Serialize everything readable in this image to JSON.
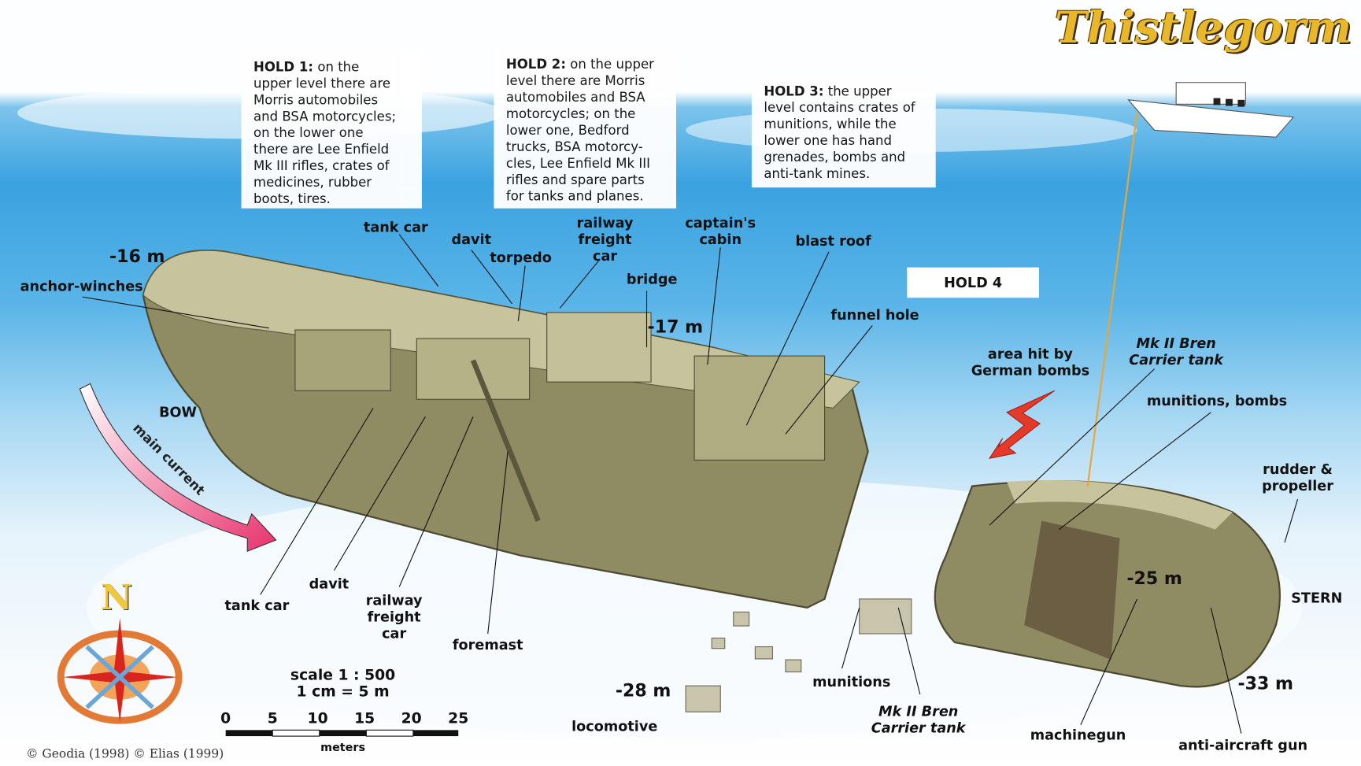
{
  "title": "Thistlegorm",
  "holds": {
    "hold1": {
      "head": "HOLD 1:",
      "lines": [
        "on the",
        "upper level there are",
        "Morris automobiles",
        "and BSA motorcycles;",
        "on the lower one",
        "there are Lee Enfield",
        "Mk III rifles, crates of",
        "medicines, rubber",
        "boots, tires."
      ]
    },
    "hold2": {
      "head": "HOLD 2:",
      "lines": [
        "on the upper",
        "level there are Morris",
        "automobiles and BSA",
        "motorcycles; on the",
        "lower one, Bedford",
        "trucks, BSA motorcy-",
        "cles, Lee Enfield Mk III",
        "rifles and spare parts",
        "for tanks and planes."
      ]
    },
    "hold3": {
      "head": "HOLD 3:",
      "lines": [
        "the upper",
        "level contains crates of",
        "munitions, while the",
        "lower one has hand",
        "grenades, bombs and",
        "anti-tank mines."
      ]
    },
    "hold4": "HOLD 4"
  },
  "labels": {
    "anchor_winches": "anchor-winches",
    "tank_car_top": "tank car",
    "davit_top": "davit",
    "torpedo": "torpedo",
    "railway_top": [
      "railway",
      "freight",
      "car"
    ],
    "captains_cabin": [
      "captain's",
      "cabin"
    ],
    "bridge": "bridge",
    "blast_roof": "blast roof",
    "funnel_hole": "funnel hole",
    "area_hit": [
      "area hit by",
      "German bombs"
    ],
    "bren_top": [
      "Mk II Bren",
      "Carrier tank"
    ],
    "munitions_bombs": "munitions, bombs",
    "rudder": [
      "rudder &",
      "propeller"
    ],
    "stern": "STERN",
    "bow": "BOW",
    "main_current": "main current",
    "anti_aircraft": "anti-aircraft gun",
    "machinegun": "machinegun",
    "bren_bottom": [
      "Mk II Bren",
      "Carrier tank"
    ],
    "munitions": "munitions",
    "locomotive": "locomotive",
    "foremast": "foremast",
    "railway_bottom": [
      "railway",
      "freight",
      "car"
    ],
    "davit_bottom": "davit",
    "tank_car_bottom": "tank car"
  },
  "depths": {
    "d16": "-16 m",
    "d17": "-17 m",
    "d25": "-25 m",
    "d28": "-28 m",
    "d33": "-33 m"
  },
  "scale": {
    "ratio": "scale 1 : 500",
    "equiv": "1 cm = 5 m",
    "ticks": [
      "0",
      "5",
      "10",
      "15",
      "20",
      "25"
    ],
    "unit": "meters"
  },
  "compass": {
    "north": "N"
  },
  "copyright": "© Geodia (1998) © Elias (1999)",
  "colors": {
    "title": "#e8b82a",
    "ship": "#b9b489",
    "current_arrow": "#e8326e",
    "bomb_arrow": "#e53a2a"
  }
}
